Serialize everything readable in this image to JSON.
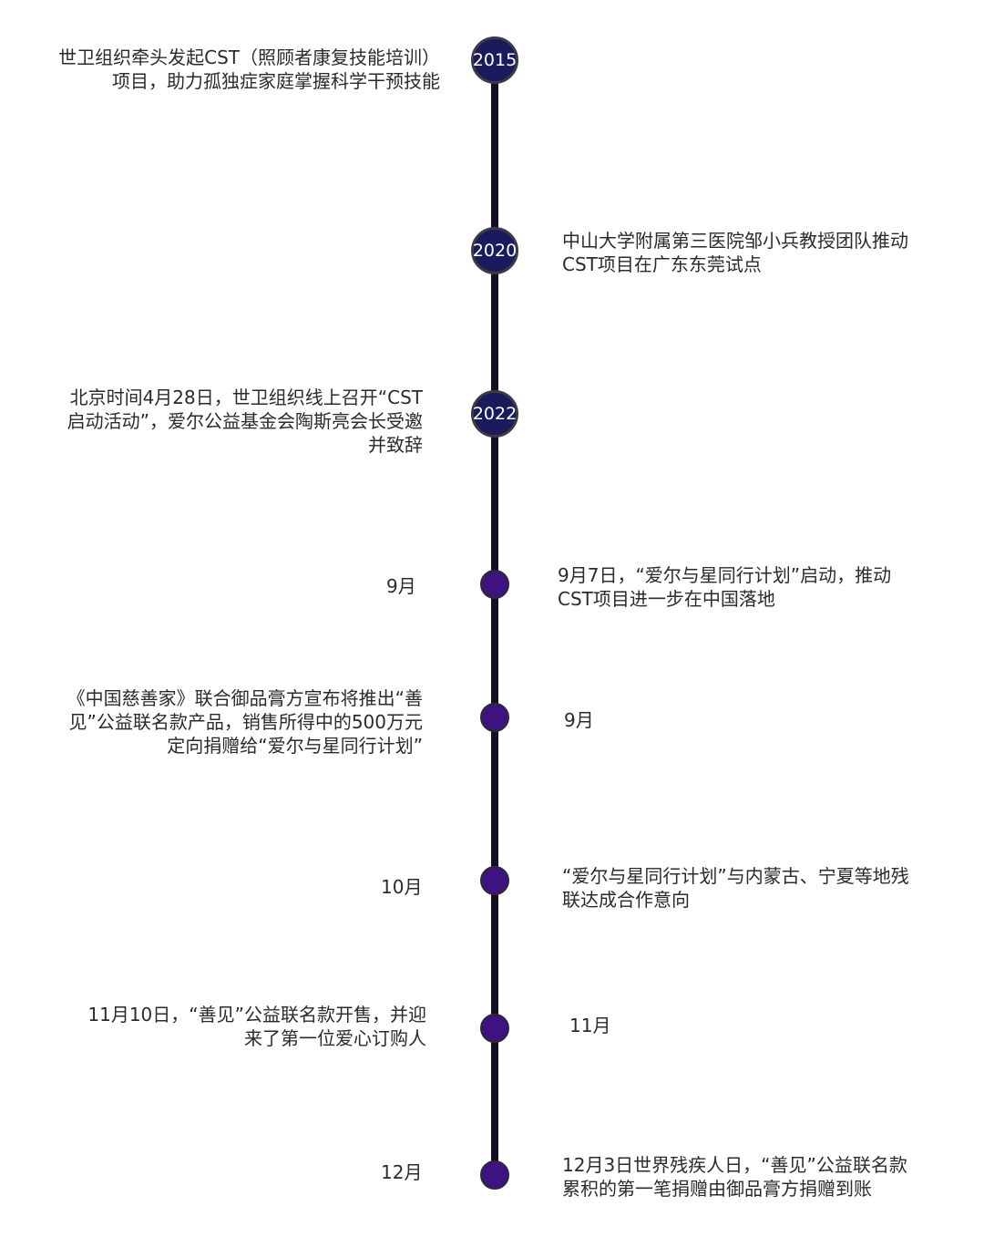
{
  "timeline": {
    "years": [
      "2015",
      "2020",
      "2022"
    ],
    "events": [
      {
        "side": "left",
        "text": "世卫组织牵头发起CST（照顾者康复技能培训）\n项目，助力孤独症家庭掌握科学干预技能"
      },
      {
        "side": "right",
        "text": "中山大学附属第三医院邹小兵教授团队推动\nCST项目在广东东莞试点"
      },
      {
        "side": "left",
        "text": "北京时间4月28日，世卫组织线上召开“CST\n启动活动”，爱尔公益基金会陶斯亮会长受邀\n并致辞"
      },
      {
        "side": "right",
        "text": "9月7日，“爱尔与星同行计划”启动，推动\nCST项目进一步在中国落地"
      },
      {
        "side": "left",
        "text": "《中国慈善家》联合御品膏方宣布将推出“善\n见”公益联名款产品，销售所得中的500万元\n定向捐赠给“爱尔与星同行计划”"
      },
      {
        "side": "right",
        "text": "“爱尔与星同行计划”与内蒙古、宁夏等地残\n联达成合作意向"
      },
      {
        "side": "left",
        "text": "11月10日，“善见”公益联名款开售，并迎\n来了第一位爱心订购人"
      },
      {
        "side": "right",
        "text": "12月3日世界残疾人日，“善见”公益联名款\n累积的第一笔捐赠由御品膏方捐赠到账"
      }
    ],
    "months": [
      "9月",
      "9月",
      "10月",
      "11月",
      "12月"
    ]
  }
}
